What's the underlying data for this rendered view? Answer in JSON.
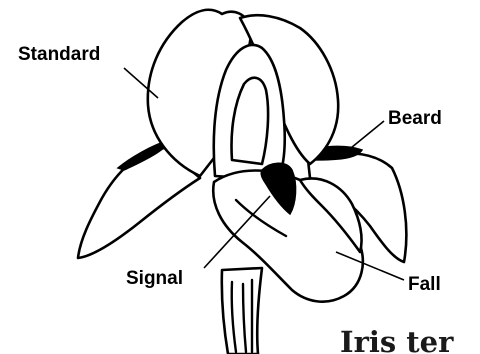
{
  "diagram": {
    "labels": {
      "standard": "Standard",
      "beard": "Beard",
      "signal": "Signal",
      "fall": "Fall"
    },
    "caption": "Iris ter"
  }
}
